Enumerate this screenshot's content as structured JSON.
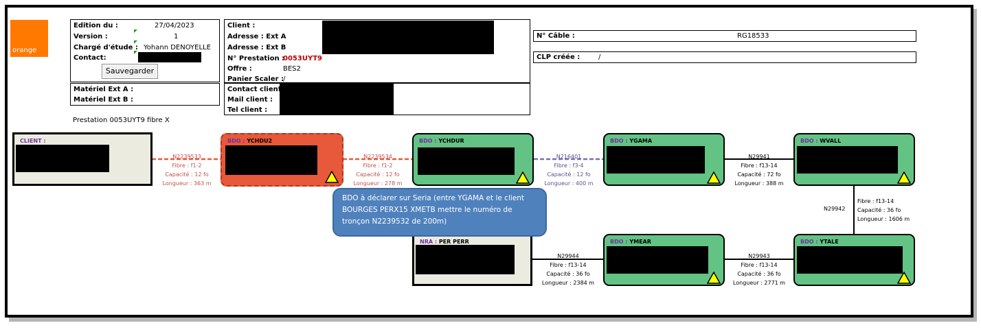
{
  "header": {
    "logo_text": "orange",
    "edition_label": "Edition du :",
    "edition_value": "27/04/2023",
    "version_label": "Version :",
    "version_value": "1",
    "charge_label": "Chargé d'étude :",
    "charge_value": "Yohann DENOYELLE",
    "contact_label": "Contact:",
    "save_label": "Sauvegarder",
    "materiel_a_label": "Matériel Ext A :",
    "materiel_b_label": "Matériel Ext B :",
    "client_label": "Client :",
    "adresse_a_label": "Adresse : Ext A",
    "adresse_b_label": "Adresse : Ext B",
    "prestation_label": "N° Prestation :",
    "prestation_value": "0053UYT9",
    "offre_label": "Offre :",
    "offre_value": "BES2",
    "panier_label": "Panier Scaler :",
    "panier_value": "/",
    "contact_client_label": "Contact client :",
    "mail_client_label": "Mail client :",
    "tel_client_label": "Tel client :",
    "cable_label": "N° Câble :",
    "cable_value": "RG18533",
    "clp_label": "CLP créée :",
    "clp_value": "/",
    "prestation_fibre": "Prestation 0053UYT9 fibre X"
  },
  "nodes": {
    "client": {
      "prefix": "CLIENT :",
      "name": ""
    },
    "ychdu2": {
      "prefix": "BDO :",
      "name": "YCHDU2"
    },
    "ychdur": {
      "prefix": "BDO :",
      "name": "YCHDUR"
    },
    "ygama": {
      "prefix": "BDO :",
      "name": "YGAMA"
    },
    "wvall": {
      "prefix": "BDO :",
      "name": "WVALL"
    },
    "ytale": {
      "prefix": "BDO :",
      "name": "YTALE"
    },
    "ymear": {
      "prefix": "BDO :",
      "name": "YMEAR"
    },
    "nra": {
      "prefix": "NRA :",
      "name": "PER PERR"
    }
  },
  "links": {
    "l1": {
      "id": "N2239533",
      "fibre": "Fibre : f1-2",
      "capacite": "Capacité : 12 fo",
      "longueur": "Longueur : 363 m"
    },
    "l2": {
      "id": "N2239534",
      "fibre": "Fibre : f1-2",
      "capacite": "Capacité : 12 fo",
      "longueur": "Longueur : 278 m"
    },
    "l3": {
      "id": "N216401",
      "fibre": "Fibre : f3-4",
      "capacite": "Capacité : 12 fo",
      "longueur": "Longueur : 400 m"
    },
    "l4": {
      "id": "N29941",
      "fibre": "Fibre : f13-14",
      "capacite": "Capacité : 72 fo",
      "longueur": "Longueur : 388 m"
    },
    "l5": {
      "id": "N29942",
      "fibre": "Fibre : f13-14",
      "capacite": "Capacité : 36 fo",
      "longueur": "Longueur : 1606 m"
    },
    "l6": {
      "id": "N29943",
      "fibre": "Fibre : f13-14",
      "capacite": "Capacité : 36 fo",
      "longueur": "Longueur : 2771 m"
    },
    "l7": {
      "id": "N29944",
      "fibre": "Fibre : f13-14",
      "capacite": "Capacité : 36 fo",
      "longueur": "Longueur : 2384 m"
    }
  },
  "callout": {
    "text": "BDO à déclarer sur Seria (entre YGAMA et le client BOURGES PERX15 XMETB mettre le numéro de tronçon N2239532 de 200m)"
  },
  "colors": {
    "orange_brand": "#ff7900",
    "bdo_green": "#63c384",
    "bdo_orange": "#e8583a",
    "client_bg": "#ecebe0",
    "callout_blue": "#4f81bd",
    "warning_yellow": "#ffff00"
  }
}
